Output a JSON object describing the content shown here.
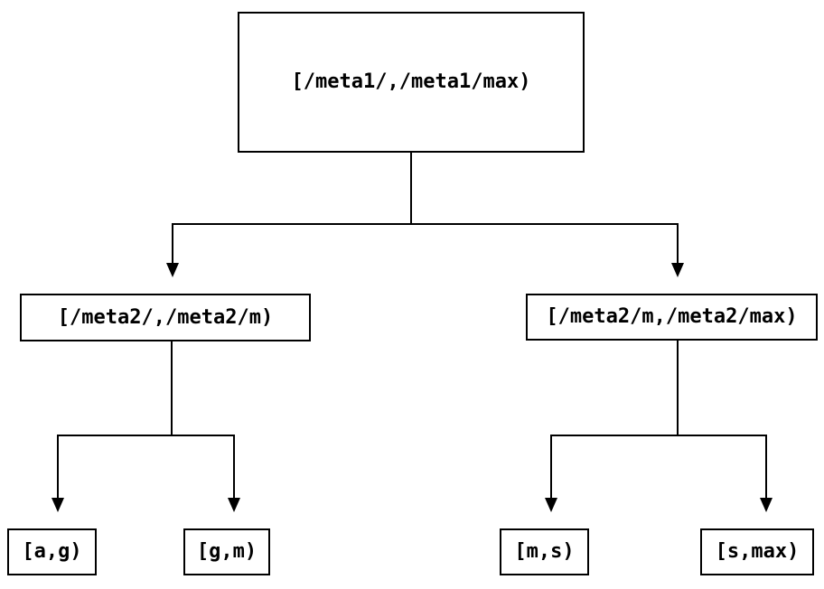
{
  "diagram": {
    "background_color": "#ffffff",
    "line_color": "#000000",
    "text_color": "#000000",
    "nodes": {
      "root": {
        "label": "[/meta1/,/meta1/max)"
      },
      "left_child": {
        "label": "[/meta2/,/meta2/m)"
      },
      "right_child": {
        "label": "[/meta2/m,/meta2/max)"
      },
      "leaf_ag": {
        "label": "[a,g)"
      },
      "leaf_gm": {
        "label": "[g,m)"
      },
      "leaf_ms": {
        "label": "[m,s)"
      },
      "leaf_smax": {
        "label": "[s,max)"
      }
    }
  }
}
